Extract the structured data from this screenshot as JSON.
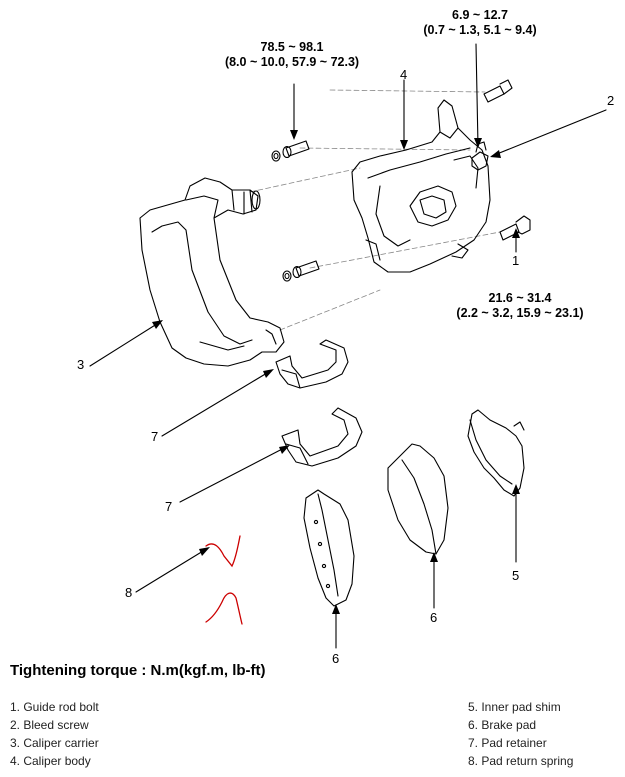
{
  "torques": {
    "t_top_left_1": "78.5 ~ 98.1",
    "t_top_left_2": "(8.0 ~ 10.0, 57.9 ~ 72.3)",
    "t_top_right_1": "6.9 ~ 12.7",
    "t_top_right_2": "(0.7 ~ 1.3, 5.1 ~ 9.4)",
    "t_right_1": "21.6 ~ 31.4",
    "t_right_2": "(2.2 ~ 3.2, 15.9 ~ 23.1)"
  },
  "callouts": {
    "c1": "1",
    "c2": "2",
    "c3": "3",
    "c4": "4",
    "c5": "5",
    "c6a": "6",
    "c6b": "6",
    "c7a": "7",
    "c7b": "7",
    "c8": "8"
  },
  "title": "Tightening torque : N.m(kgf.m, lb-ft)",
  "legend": {
    "left": [
      "1. Guide rod bolt",
      "2. Bleed screw",
      "3. Caliper carrier",
      "4. Caliper body"
    ],
    "right": [
      "5. Inner pad shim",
      "6. Brake pad",
      "7. Pad retainer",
      "8. Pad return spring"
    ]
  },
  "colors": {
    "line": "#000000",
    "spring": "#cc0000",
    "dash": "#888888"
  }
}
